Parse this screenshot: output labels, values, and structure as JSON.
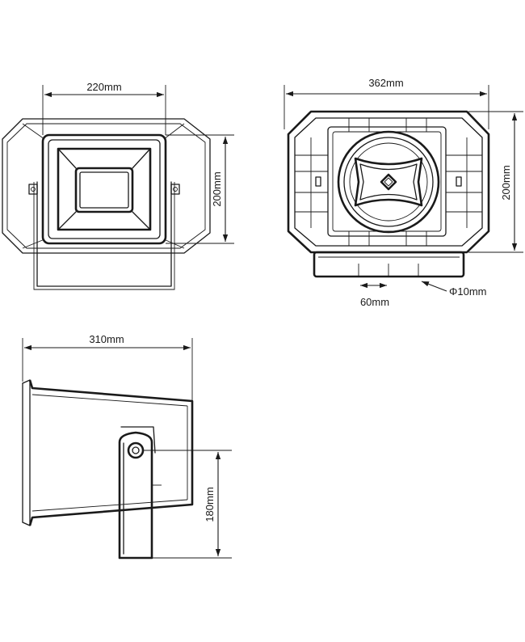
{
  "dimensions": {
    "front_width": "220mm",
    "front_height": "200mm",
    "rear_width": "362mm",
    "rear_height": "200mm",
    "hole_spacing": "60mm",
    "hole_diameter": "Φ10mm",
    "side_length": "310mm",
    "side_height": "180mm"
  }
}
